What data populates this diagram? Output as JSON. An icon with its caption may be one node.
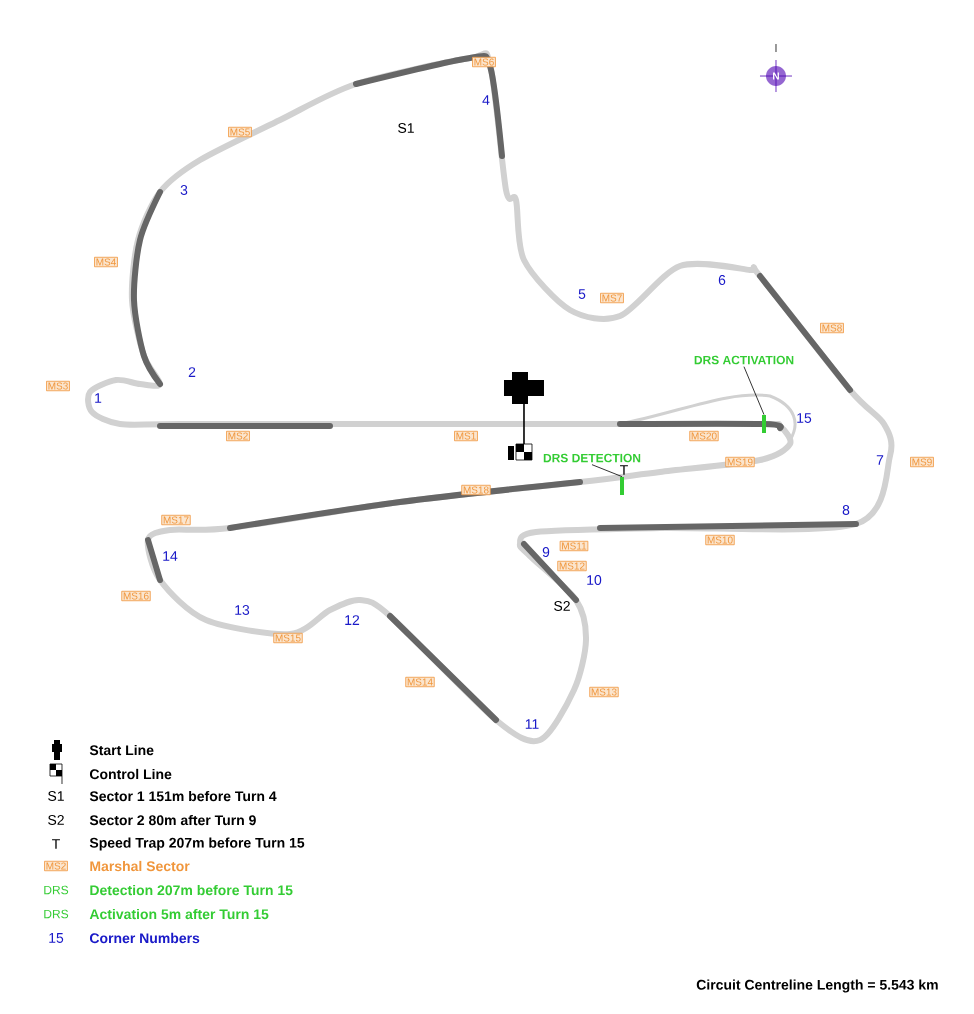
{
  "diagram": {
    "caption": "Circuit Centreline Length = 5.543 km",
    "nodes": [
      {
        "text": [
          "DRS ACTIVATION"
        ]
      },
      {
        "text": [],
        "shape": "bar"
      },
      {
        "text": [
          "DRS DETECTION"
        ]
      },
      {
        "text": [],
        "shape": "bar"
      }
    ],
    "edges": [
      {
        "from": 0,
        "to": 1,
        "arrow": "none"
      },
      {
        "from": 2,
        "to": 3,
        "arrow": "none"
      }
    ],
    "labels": [
      "N",
      "MS6",
      "MS5",
      "S1",
      "4",
      "3",
      "MS4",
      "5",
      "MS7",
      "6",
      "MS8",
      "MS3",
      "2",
      "1",
      "MS2",
      "MS1",
      "15",
      "MS20",
      "T",
      "MS19",
      "7",
      "MS9",
      "MS18",
      "MS17",
      "8",
      "14",
      "MS10",
      "9",
      "MS11",
      "MS12",
      "10",
      "S2",
      "MS16",
      "13",
      "12",
      "MS15",
      "MS14",
      "MS13",
      "11",
      "S1",
      "S2",
      "T",
      "MS2",
      "DRS",
      "DRS",
      "15"
    ],
    "legend": [
      {
        "text": "Start Line"
      },
      {
        "text": "Control Line"
      },
      {
        "text": "Sector 1 151m before Turn 4"
      },
      {
        "text": "Sector 2 80m after Turn 9"
      },
      {
        "text": "Speed Trap 207m before Turn 15"
      },
      {
        "text": "Marshal Sector"
      },
      {
        "text": "Detection 207m before Turn 15"
      },
      {
        "text": "Activation 5m after Turn 15"
      },
      {
        "text": "Corner Numbers"
      }
    ]
  }
}
